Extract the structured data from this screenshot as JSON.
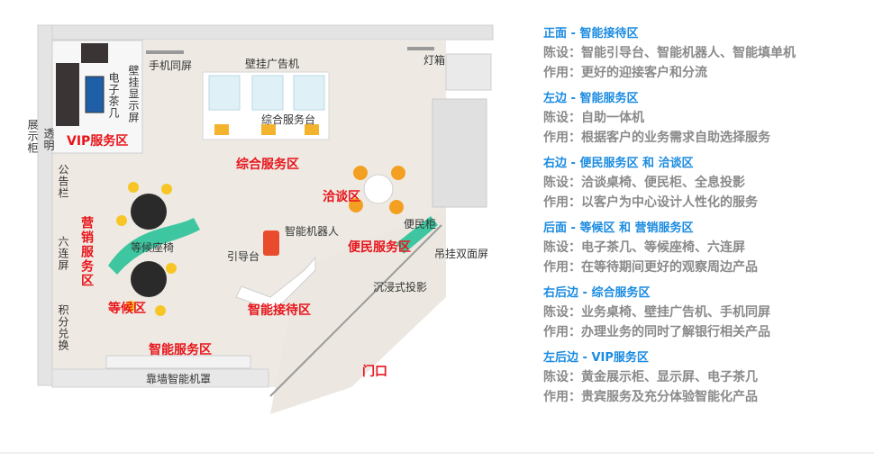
{
  "plan": {
    "labels": {
      "shouji": "手机同屏",
      "bigua": "壁挂广告机",
      "dengxiang": "灯箱",
      "dianzichaji": "电子茶几",
      "biguaxianshi": "壁挂显示屏",
      "zhanshigui": "展示柜",
      "touming": "透明",
      "zonghetai": "综合服务台",
      "gonggaolan": "公告栏",
      "liulianping": "六连屏",
      "jifen": "积分兑换",
      "dengzuoyi": "等候座椅",
      "zhinengrobot": "智能机器人",
      "yindaotai": "引导台",
      "bianmingui": "便民柜",
      "diaogua": "吊挂双面屏",
      "chenjin": "沉浸式投影",
      "kaoqiang": "靠墙智能机罩"
    },
    "zones": {
      "vip": "VIP服务区",
      "zonghe": "综合服务区",
      "qiatan": "洽谈区",
      "yingxiao": "营销服务区",
      "denghou": "等候区",
      "bianmin": "便民服务区",
      "zhinengjiedai": "智能接待区",
      "zhinengfuwu": "智能服务区",
      "menkou": "门口"
    }
  },
  "legend": [
    {
      "title": "正面 - 智能接待区",
      "items": "陈设：智能引导台、智能机器人、智能填单机",
      "use": "作用：更好的迎接客户和分流"
    },
    {
      "title": "左边 - 智能服务区",
      "items": "陈设：自助一体机",
      "use": "作用：根据客户的业务需求自助选择服务"
    },
    {
      "title": "右边 - 便民服务区 和 洽谈区",
      "items": "陈设：洽谈桌椅、便民柜、全息投影",
      "use": "作用：以客户为中心设计人性化的服务"
    },
    {
      "title": "后面 - 等候区 和 营销服务区",
      "items": "陈设：电子茶几、等候座椅、六连屏",
      "use": "作用：在等待期间更好的观察周边产品"
    },
    {
      "title": "右后边 - 综合服务区",
      "items": "陈设：业务桌椅、壁挂广告机、手机同屏",
      "use": "作用：办理业务的同时了解银行相关产品"
    },
    {
      "title": "左后边 - VIP服务区",
      "items": "陈设：黄金展示柜、显示屏、电子茶几",
      "use": "作用：贵宾服务及充分体验智能化产品"
    }
  ],
  "colors": {
    "zone": "#e8141b",
    "title": "#1a8be0",
    "text": "#8a8a8a"
  }
}
